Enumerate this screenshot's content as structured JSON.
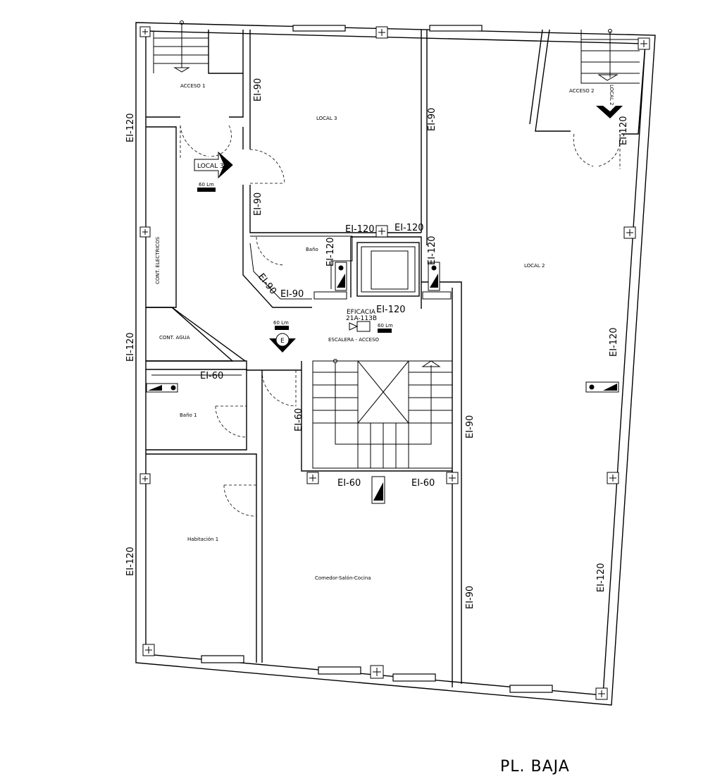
{
  "title": "PL. BAJA",
  "rooms": {
    "acceso1": "ACCESO 1",
    "acceso2": "ACCESO 2",
    "local3": "LOCAL 3",
    "local2": "LOCAL 2",
    "local3_sign": "LOCAL 3",
    "local2_sign": "LOCAL 2",
    "bano": "Baño",
    "bano1": "Baño 1",
    "cont_electricos": "CONT. ELECTRICOS",
    "cont_agua": "CONT. AGUA",
    "escalera": "ESCALERA - ACCESO",
    "habitacion1": "Habitación 1",
    "comedor": "Comedor-Salón-Cocina"
  },
  "ratings": {
    "ei120": "EI-120",
    "ei90": "EI-90",
    "ei60": "EI-60"
  },
  "equipment": {
    "lm60": "60 Lm",
    "eficacia": "EFICACIA",
    "eficacia_code": "21A-113B",
    "exit_symbol": "E"
  }
}
